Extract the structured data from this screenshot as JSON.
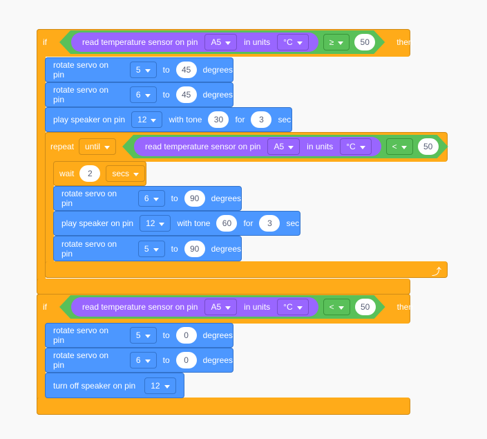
{
  "colors": {
    "control": "#FFAB19",
    "motion": "#4C97FF",
    "sensor": "#9966FF",
    "operator": "#59C059",
    "background": "#F9F9F9"
  },
  "if1": {
    "label": "if",
    "then": "then",
    "sensor": "read temperature sensor on pin",
    "pin": "A5",
    "units_label": "in units",
    "unit": "°C",
    "op": "≥",
    "value": "50"
  },
  "body1": [
    {
      "text": "rotate servo on pin",
      "pin": "5",
      "to": "to",
      "value": "45",
      "suffix": "degrees"
    },
    {
      "text": "rotate servo on pin",
      "pin": "6",
      "to": "to",
      "value": "45",
      "suffix": "degrees"
    }
  ],
  "speaker1": {
    "text": "play speaker on pin",
    "pin": "12",
    "tone_label": "with tone",
    "tone": "30",
    "for": "for",
    "dur": "3",
    "suffix": "sec"
  },
  "repeat": {
    "label": "repeat",
    "mode": "until",
    "sensor": "read temperature sensor on pin",
    "pin": "A5",
    "units_label": "in units",
    "unit": "°C",
    "op": "<",
    "value": "50",
    "loop_icon": "loop-arrow-icon"
  },
  "wait": {
    "label": "wait",
    "value": "2",
    "unit": "secs"
  },
  "rep_servo1": {
    "text": "rotate servo on pin",
    "pin": "6",
    "to": "to",
    "value": "90",
    "suffix": "degrees"
  },
  "speaker2": {
    "text": "play speaker on pin",
    "pin": "12",
    "tone_label": "with tone",
    "tone": "60",
    "for": "for",
    "dur": "3",
    "suffix": "sec"
  },
  "rep_servo2": {
    "text": "rotate servo on pin",
    "pin": "5",
    "to": "to",
    "value": "90",
    "suffix": "degrees"
  },
  "if2": {
    "label": "if",
    "then": "then",
    "sensor": "read temperature sensor on pin",
    "pin": "A5",
    "units_label": "in units",
    "unit": "°C",
    "op": "<",
    "value": "50"
  },
  "body2": [
    {
      "text": "rotate servo on pin",
      "pin": "5",
      "to": "to",
      "value": "0",
      "suffix": "degrees"
    },
    {
      "text": "rotate servo on pin",
      "pin": "6",
      "to": "to",
      "value": "0",
      "suffix": "degrees"
    }
  ],
  "speaker_off": {
    "text": "turn off speaker on pin",
    "pin": "12"
  }
}
